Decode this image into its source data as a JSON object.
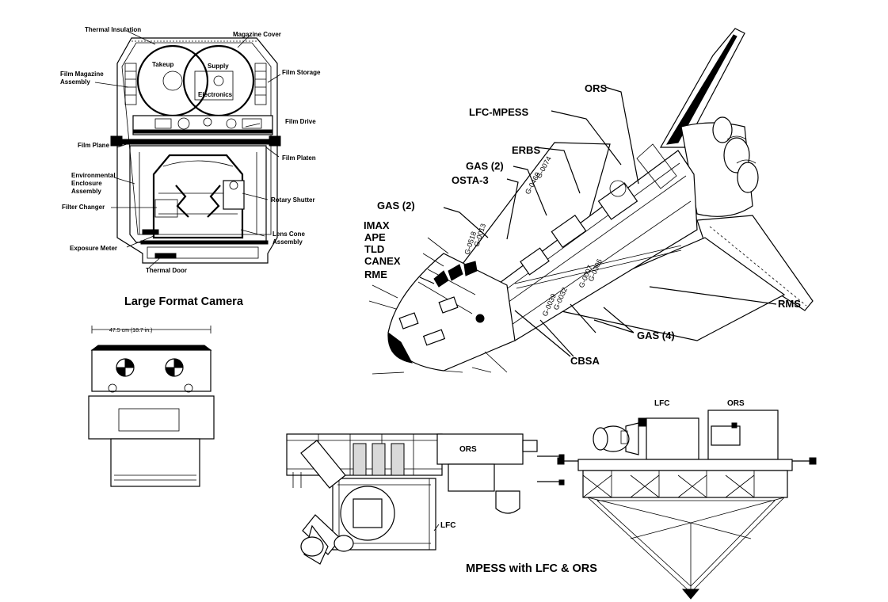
{
  "lfc_cutaway": {
    "title": "Large Format Camera",
    "labels": {
      "thermal_insulation": "Thermal Insulation",
      "magazine_cover": "Magazine Cover",
      "film_magazine_assembly_1": "Film Magazine",
      "film_magazine_assembly_2": "Assembly",
      "film_storage": "Film Storage",
      "takeup": "Takeup",
      "supply": "Supply",
      "electronics": "Electronics",
      "film_drive": "Film Drive",
      "film_plane": "Film Plane",
      "film_platen": "Film Platen",
      "env_enclosure_1": "Environmental",
      "env_enclosure_2": "Enclosure",
      "env_enclosure_3": "Assembly",
      "rotary_shutter": "Rotary Shutter",
      "filter_changer": "Filter Changer",
      "lens_cone_1": "Lens Cone",
      "lens_cone_2": "Assembly",
      "exposure_meter": "Exposure Meter",
      "thermal_door": "Thermal Door"
    }
  },
  "lfc_front": {
    "dimension": "47.5 cm (18.7 in.)"
  },
  "shuttle": {
    "labels": {
      "ors": "ORS",
      "lfc_mpess": "LFC-MPESS",
      "erbs": "ERBS",
      "gas2_top": "GAS (2)",
      "osta3": "OSTA-3",
      "gas2_left": "GAS (2)",
      "imax": "IMAX",
      "ape": "APE",
      "tld": "TLD",
      "canex": "CANEX",
      "rme": "RME",
      "rms": "RMS",
      "gas4": "GAS (4)",
      "cbsa": "CBSA"
    },
    "codes": {
      "g0074": "G-0074",
      "g0469": "G-0469",
      "g0013": "G-0013",
      "g0518": "G-0518",
      "g0306": "G-0306",
      "g0007": "G-0007",
      "g0032": "G-0032",
      "g0039": "G-0039"
    }
  },
  "mpess": {
    "title": "MPESS with LFC & ORS",
    "labels": {
      "ors_side": "ORS",
      "lfc_side": "LFC",
      "lfc_top": "LFC",
      "ors_top": "ORS"
    }
  }
}
